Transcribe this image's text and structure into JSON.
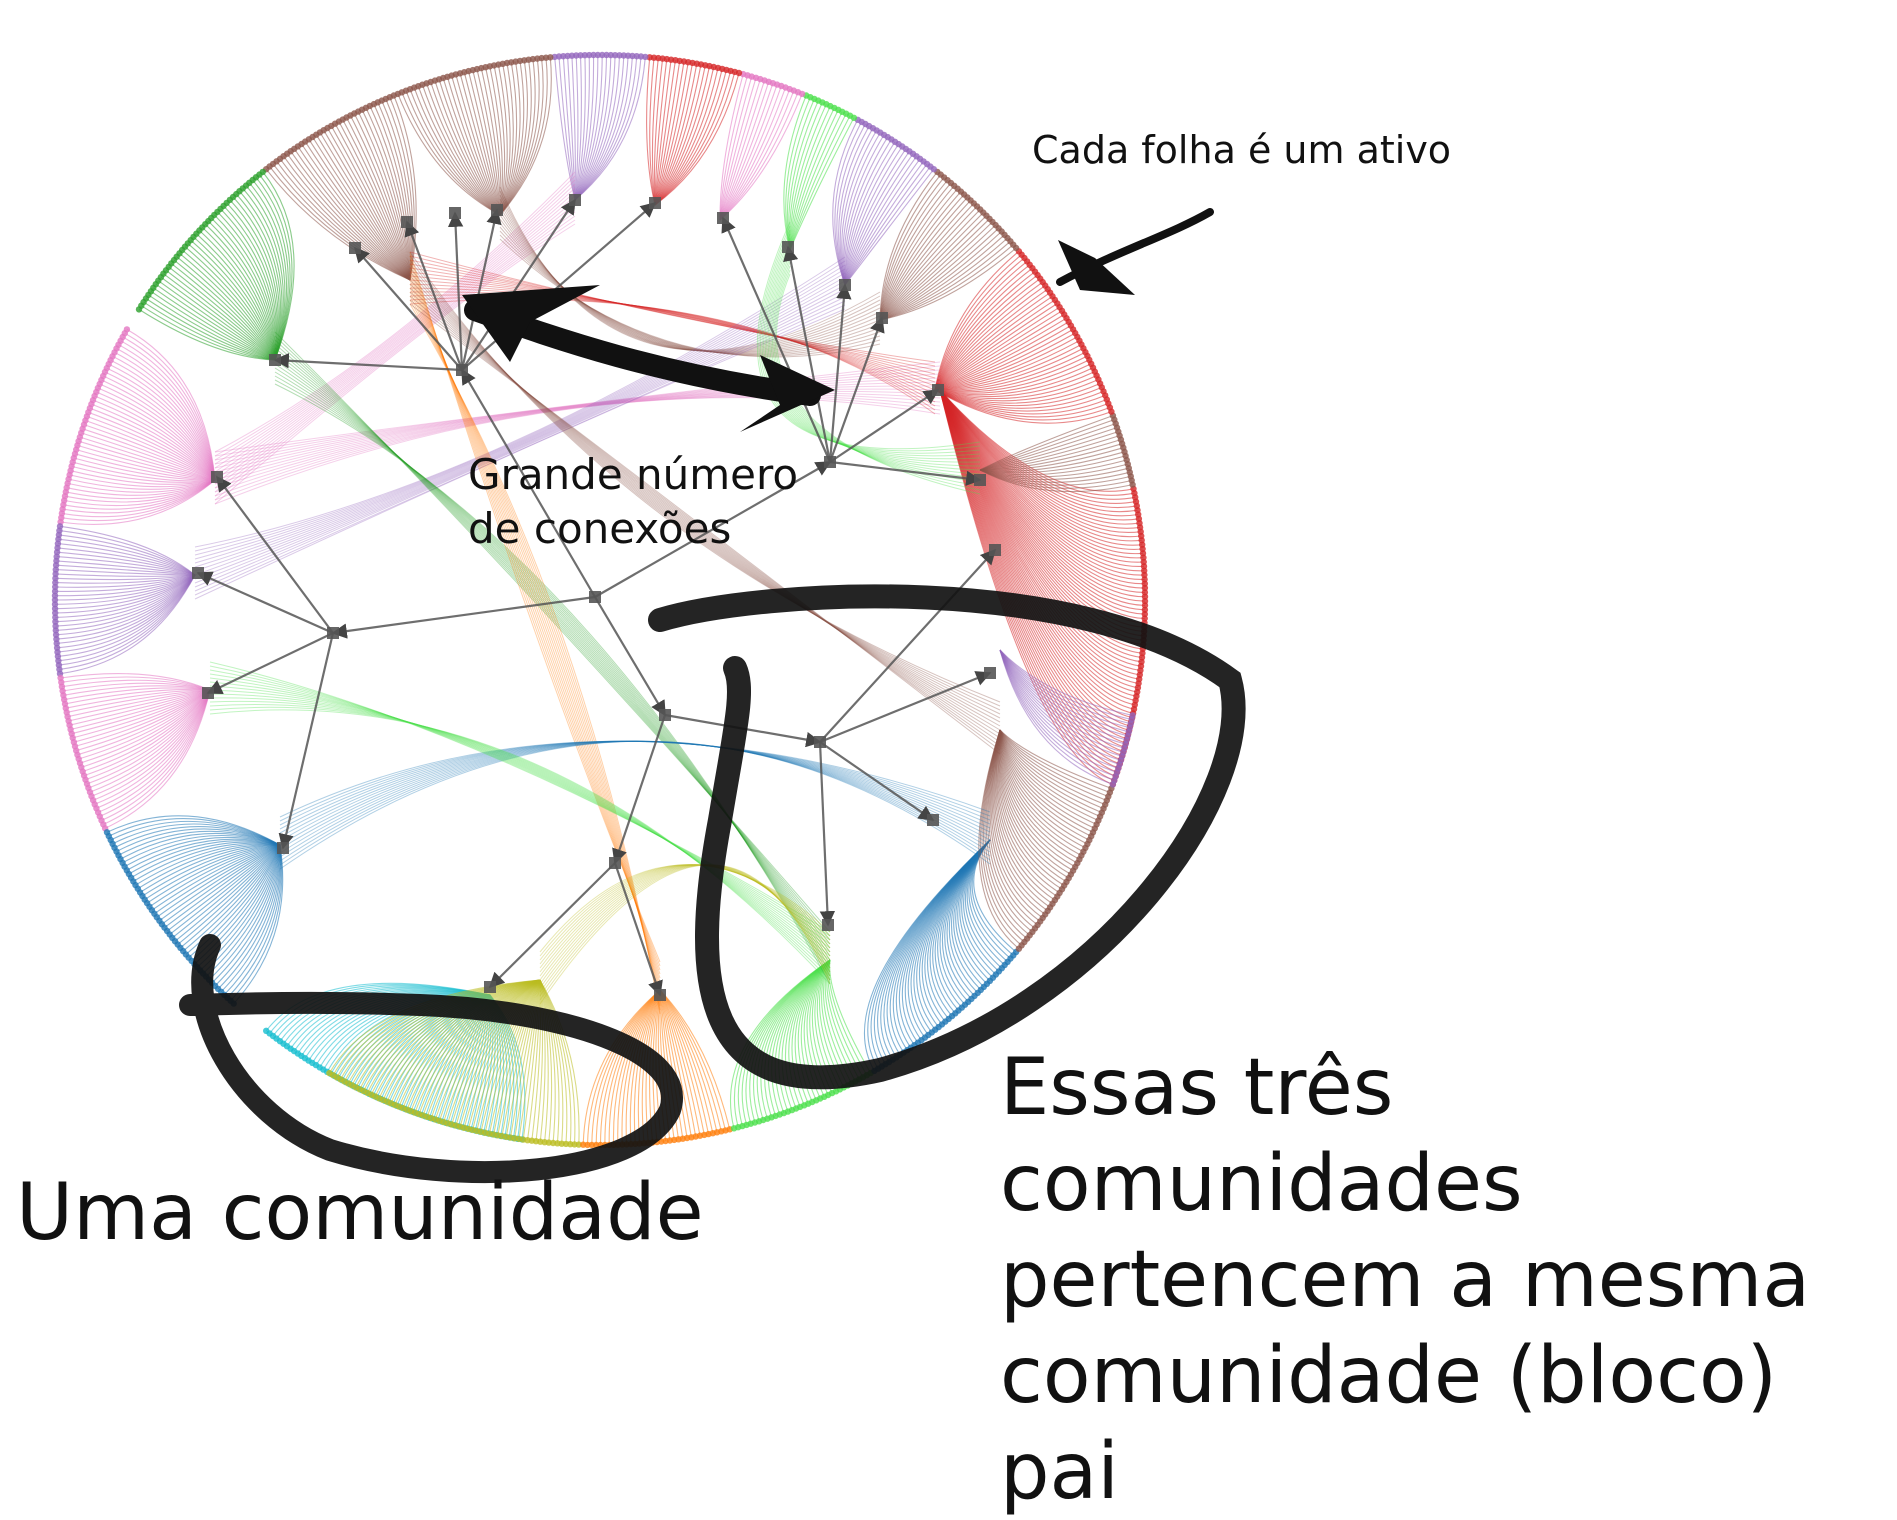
{
  "annotations": {
    "leaf_note": "Cada folha é um ativo",
    "connections_note": "Grande número\nde conexões",
    "community_note": "Uma comunidade",
    "parent_note": "Essas três comunidades\npertencem a mesma\ncomunidade (bloco) pai"
  },
  "palette": {
    "brown": "#8c564b",
    "purple": "#9467bd",
    "red": "#d62728",
    "pink": "#e377c2",
    "green": "#2ca02c",
    "lime": "#4ce04c",
    "blue": "#1f77b4",
    "orange": "#ff7f0e",
    "olive": "#bcbd22",
    "cyan": "#17becf",
    "gray": "#7f7f7f",
    "node": "#555555",
    "ink": "#111111"
  }
}
